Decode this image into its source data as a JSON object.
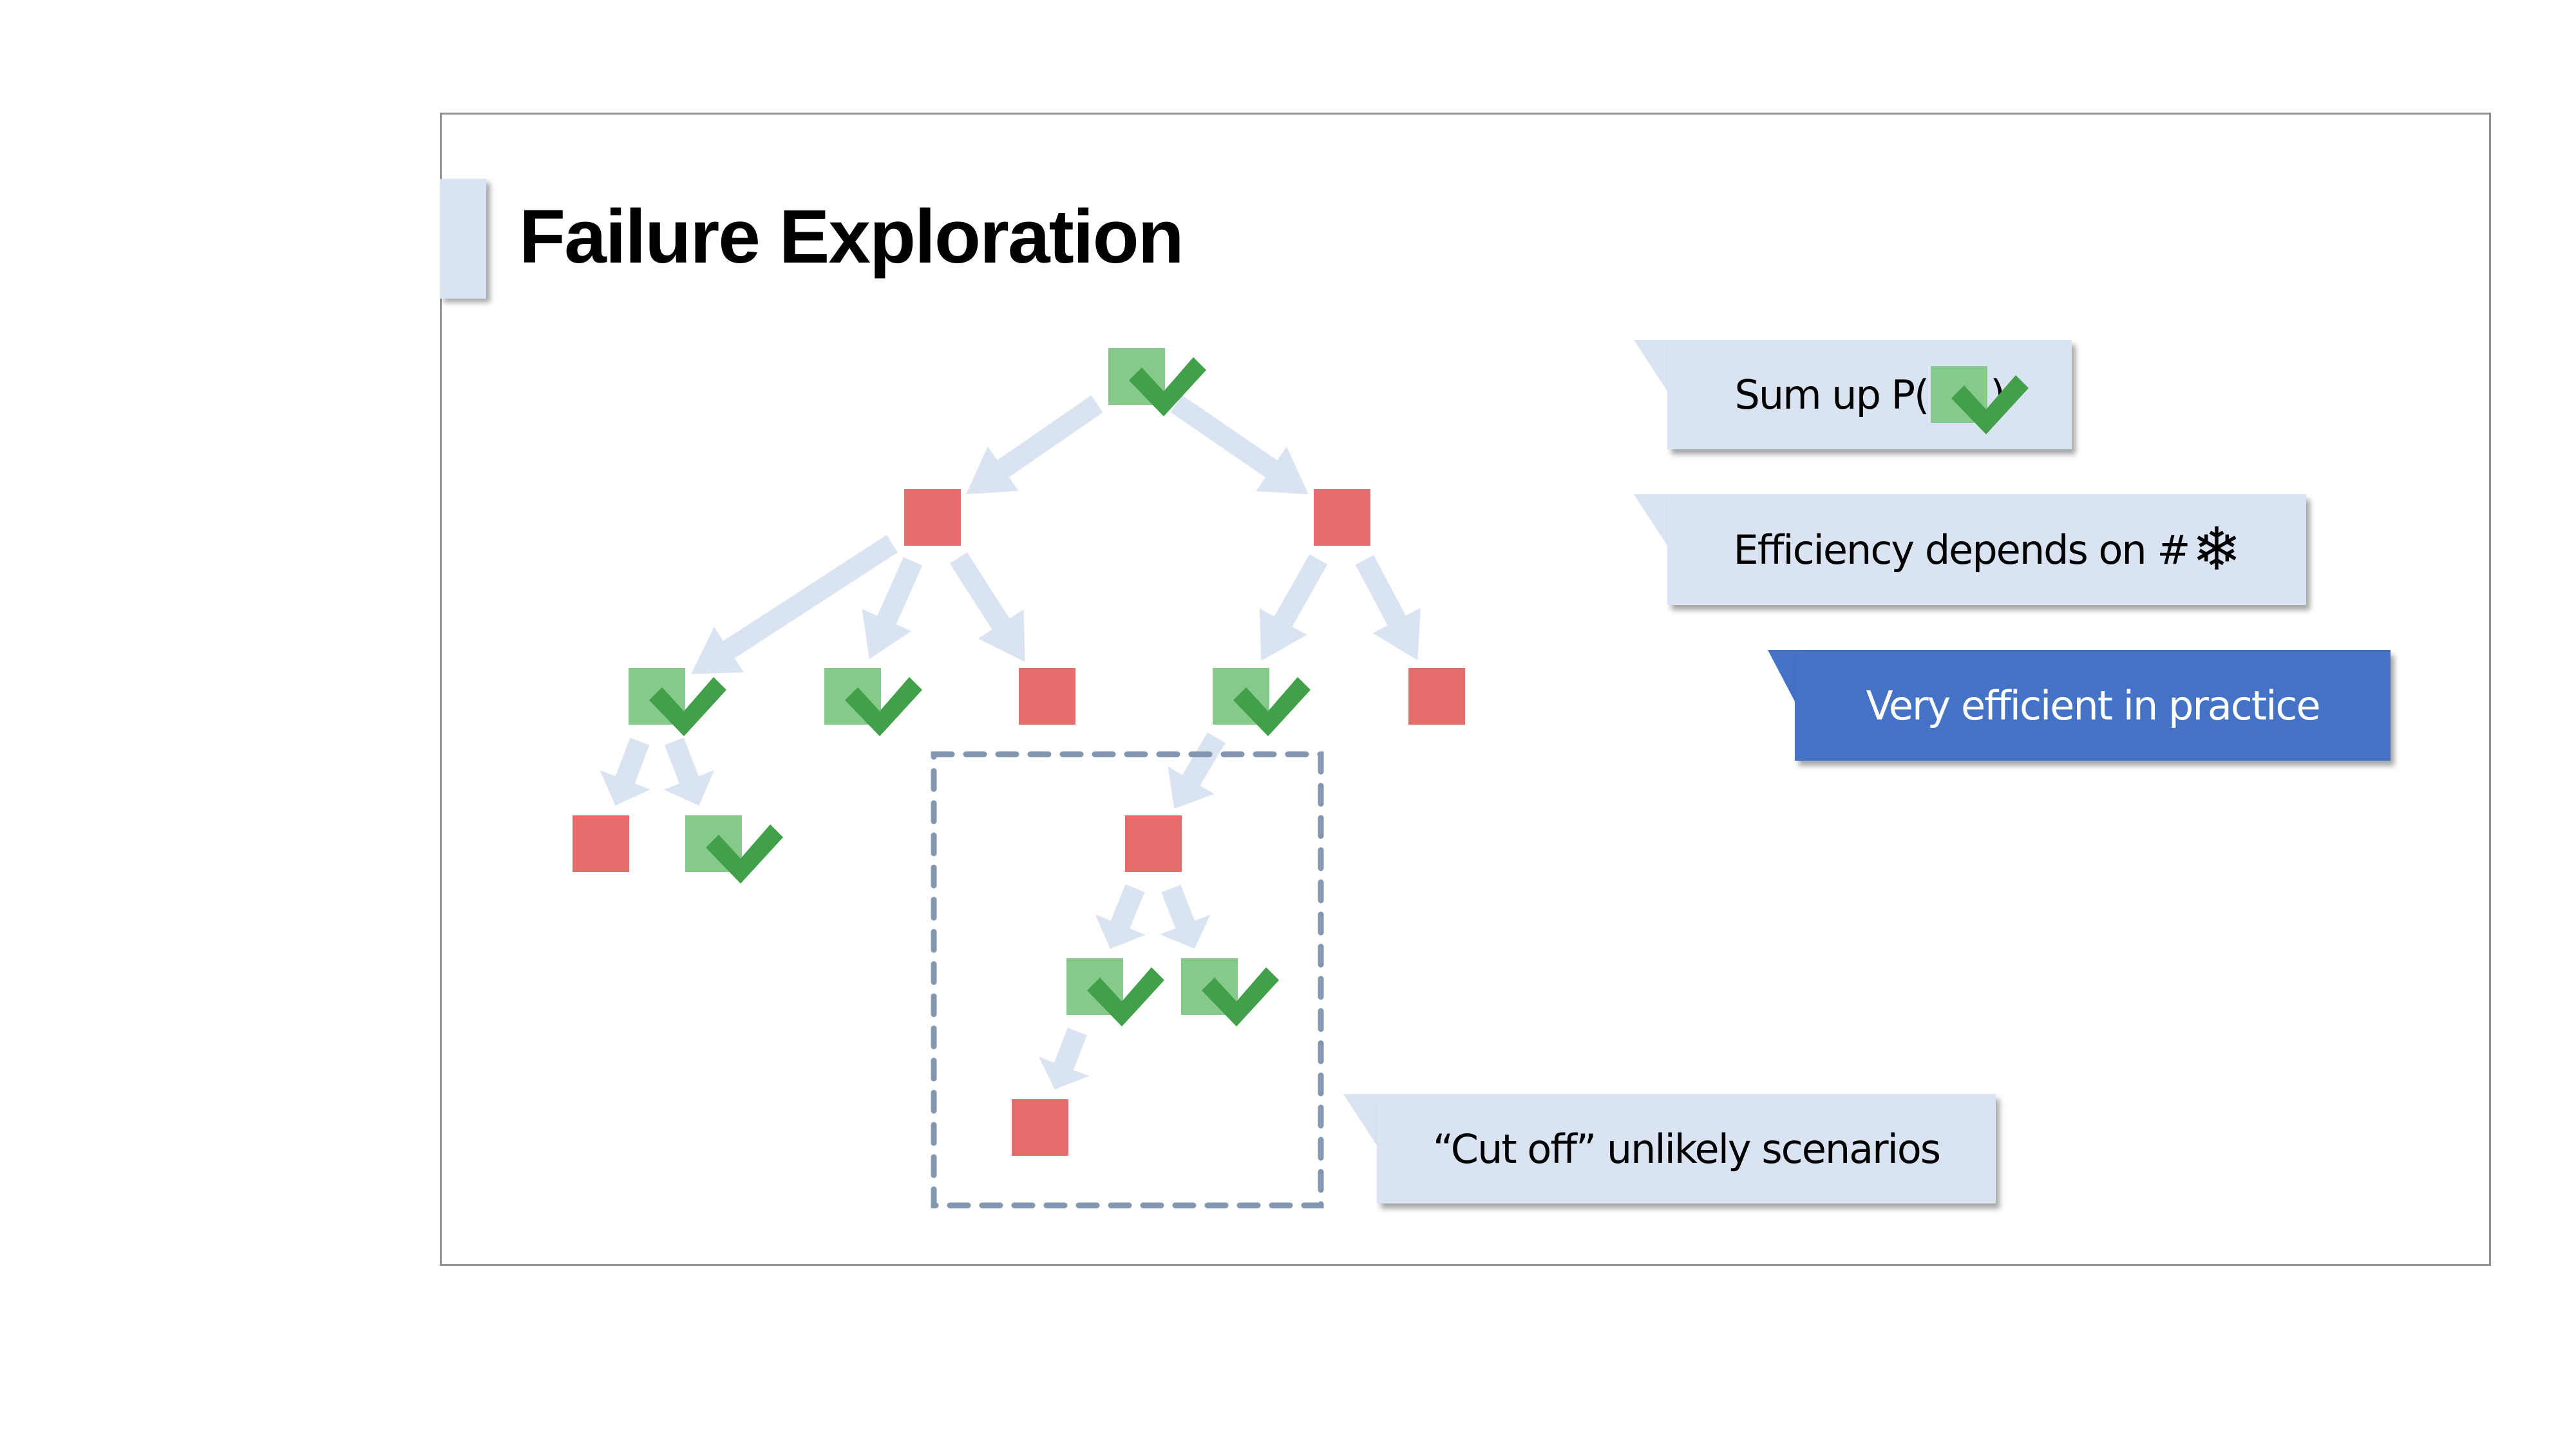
{
  "slide": {
    "title": "Failure Exploration"
  },
  "colors": {
    "success_node": "#86ca8b",
    "success_check": "#43a04a",
    "failure_node": "#e56d6e",
    "arrow": "#dae3f1",
    "dashed_box": "#8497b0",
    "callout_light": "#dae3f1",
    "callout_accent": "#4472c4"
  },
  "tree": {
    "nodes": [
      {
        "id": "root",
        "status": "success",
        "parent": null
      },
      {
        "id": "l1a",
        "status": "failure",
        "parent": "root"
      },
      {
        "id": "l1b",
        "status": "failure",
        "parent": "root"
      },
      {
        "id": "l2a",
        "status": "success",
        "parent": "l1a"
      },
      {
        "id": "l2b",
        "status": "success",
        "parent": "l1a"
      },
      {
        "id": "l2c",
        "status": "failure",
        "parent": "l1a"
      },
      {
        "id": "l2d",
        "status": "success",
        "parent": "l1b"
      },
      {
        "id": "l2e",
        "status": "failure",
        "parent": "l1b"
      },
      {
        "id": "l3a",
        "status": "failure",
        "parent": "l2a"
      },
      {
        "id": "l3b",
        "status": "success",
        "parent": "l2a"
      },
      {
        "id": "l3c",
        "status": "failure",
        "parent": "l2d"
      },
      {
        "id": "l4a",
        "status": "success",
        "parent": "l3c"
      },
      {
        "id": "l4b",
        "status": "success",
        "parent": "l3c"
      },
      {
        "id": "l5a",
        "status": "failure",
        "parent": "l4a"
      }
    ],
    "cutoff_group": [
      "l3c",
      "l4a",
      "l4b",
      "l5a"
    ]
  },
  "callouts": [
    {
      "id": "sum-up",
      "text_before": "Sum up P(",
      "icon": "success-node-icon",
      "text_after": ")",
      "style": "light"
    },
    {
      "id": "efficiency",
      "text_before": "Efficiency depends on #",
      "icon": "snowflake-icon",
      "icon_glyph": "❄",
      "text_after": "",
      "style": "light"
    },
    {
      "id": "very-efficient",
      "text": "Very efficient in practice",
      "style": "accent"
    },
    {
      "id": "cut-off",
      "text": "“Cut off” unlikely scenarios",
      "style": "light"
    }
  ]
}
